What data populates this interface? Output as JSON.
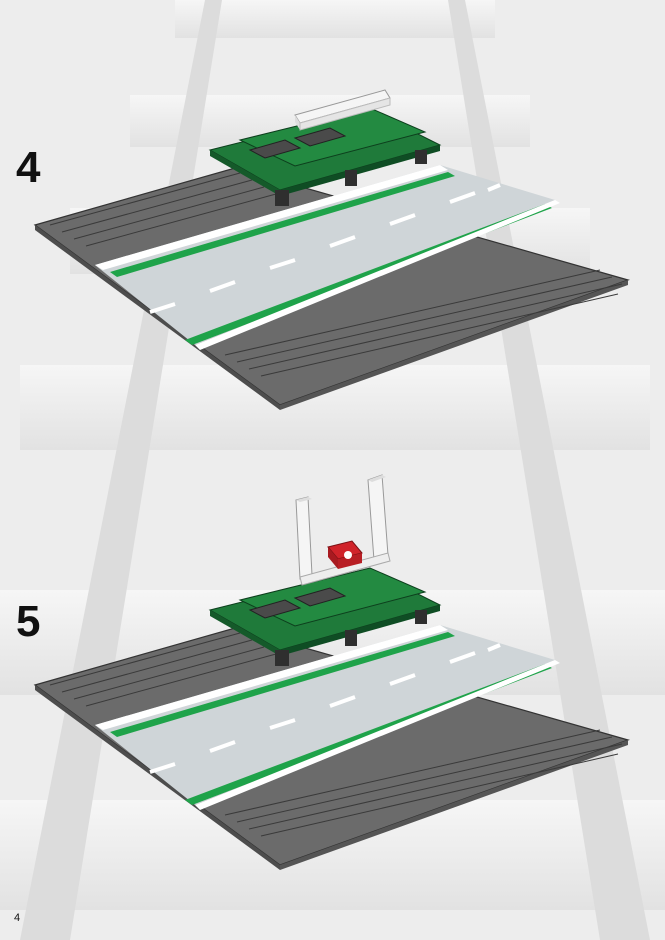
{
  "steps": [
    {
      "number": "4",
      "parts": [
        "baseplate",
        "road-plate",
        "green-plates",
        "dark-gray-tiles",
        "white-brick"
      ]
    },
    {
      "number": "5",
      "parts": [
        "baseplate",
        "road-plate",
        "green-plates",
        "dark-gray-tiles",
        "white-pillars",
        "red-telephone"
      ]
    }
  ],
  "page_number": "4",
  "colors": {
    "background": "#efefef",
    "baseplate": "#6b6b6b",
    "road": "#cfd5d8",
    "green_line": "#1fa34a",
    "green_plate": "#1f7a3a",
    "dark_tile": "#4a4a4a",
    "white_part": "#f5f5f5",
    "red_part": "#d0232a"
  }
}
